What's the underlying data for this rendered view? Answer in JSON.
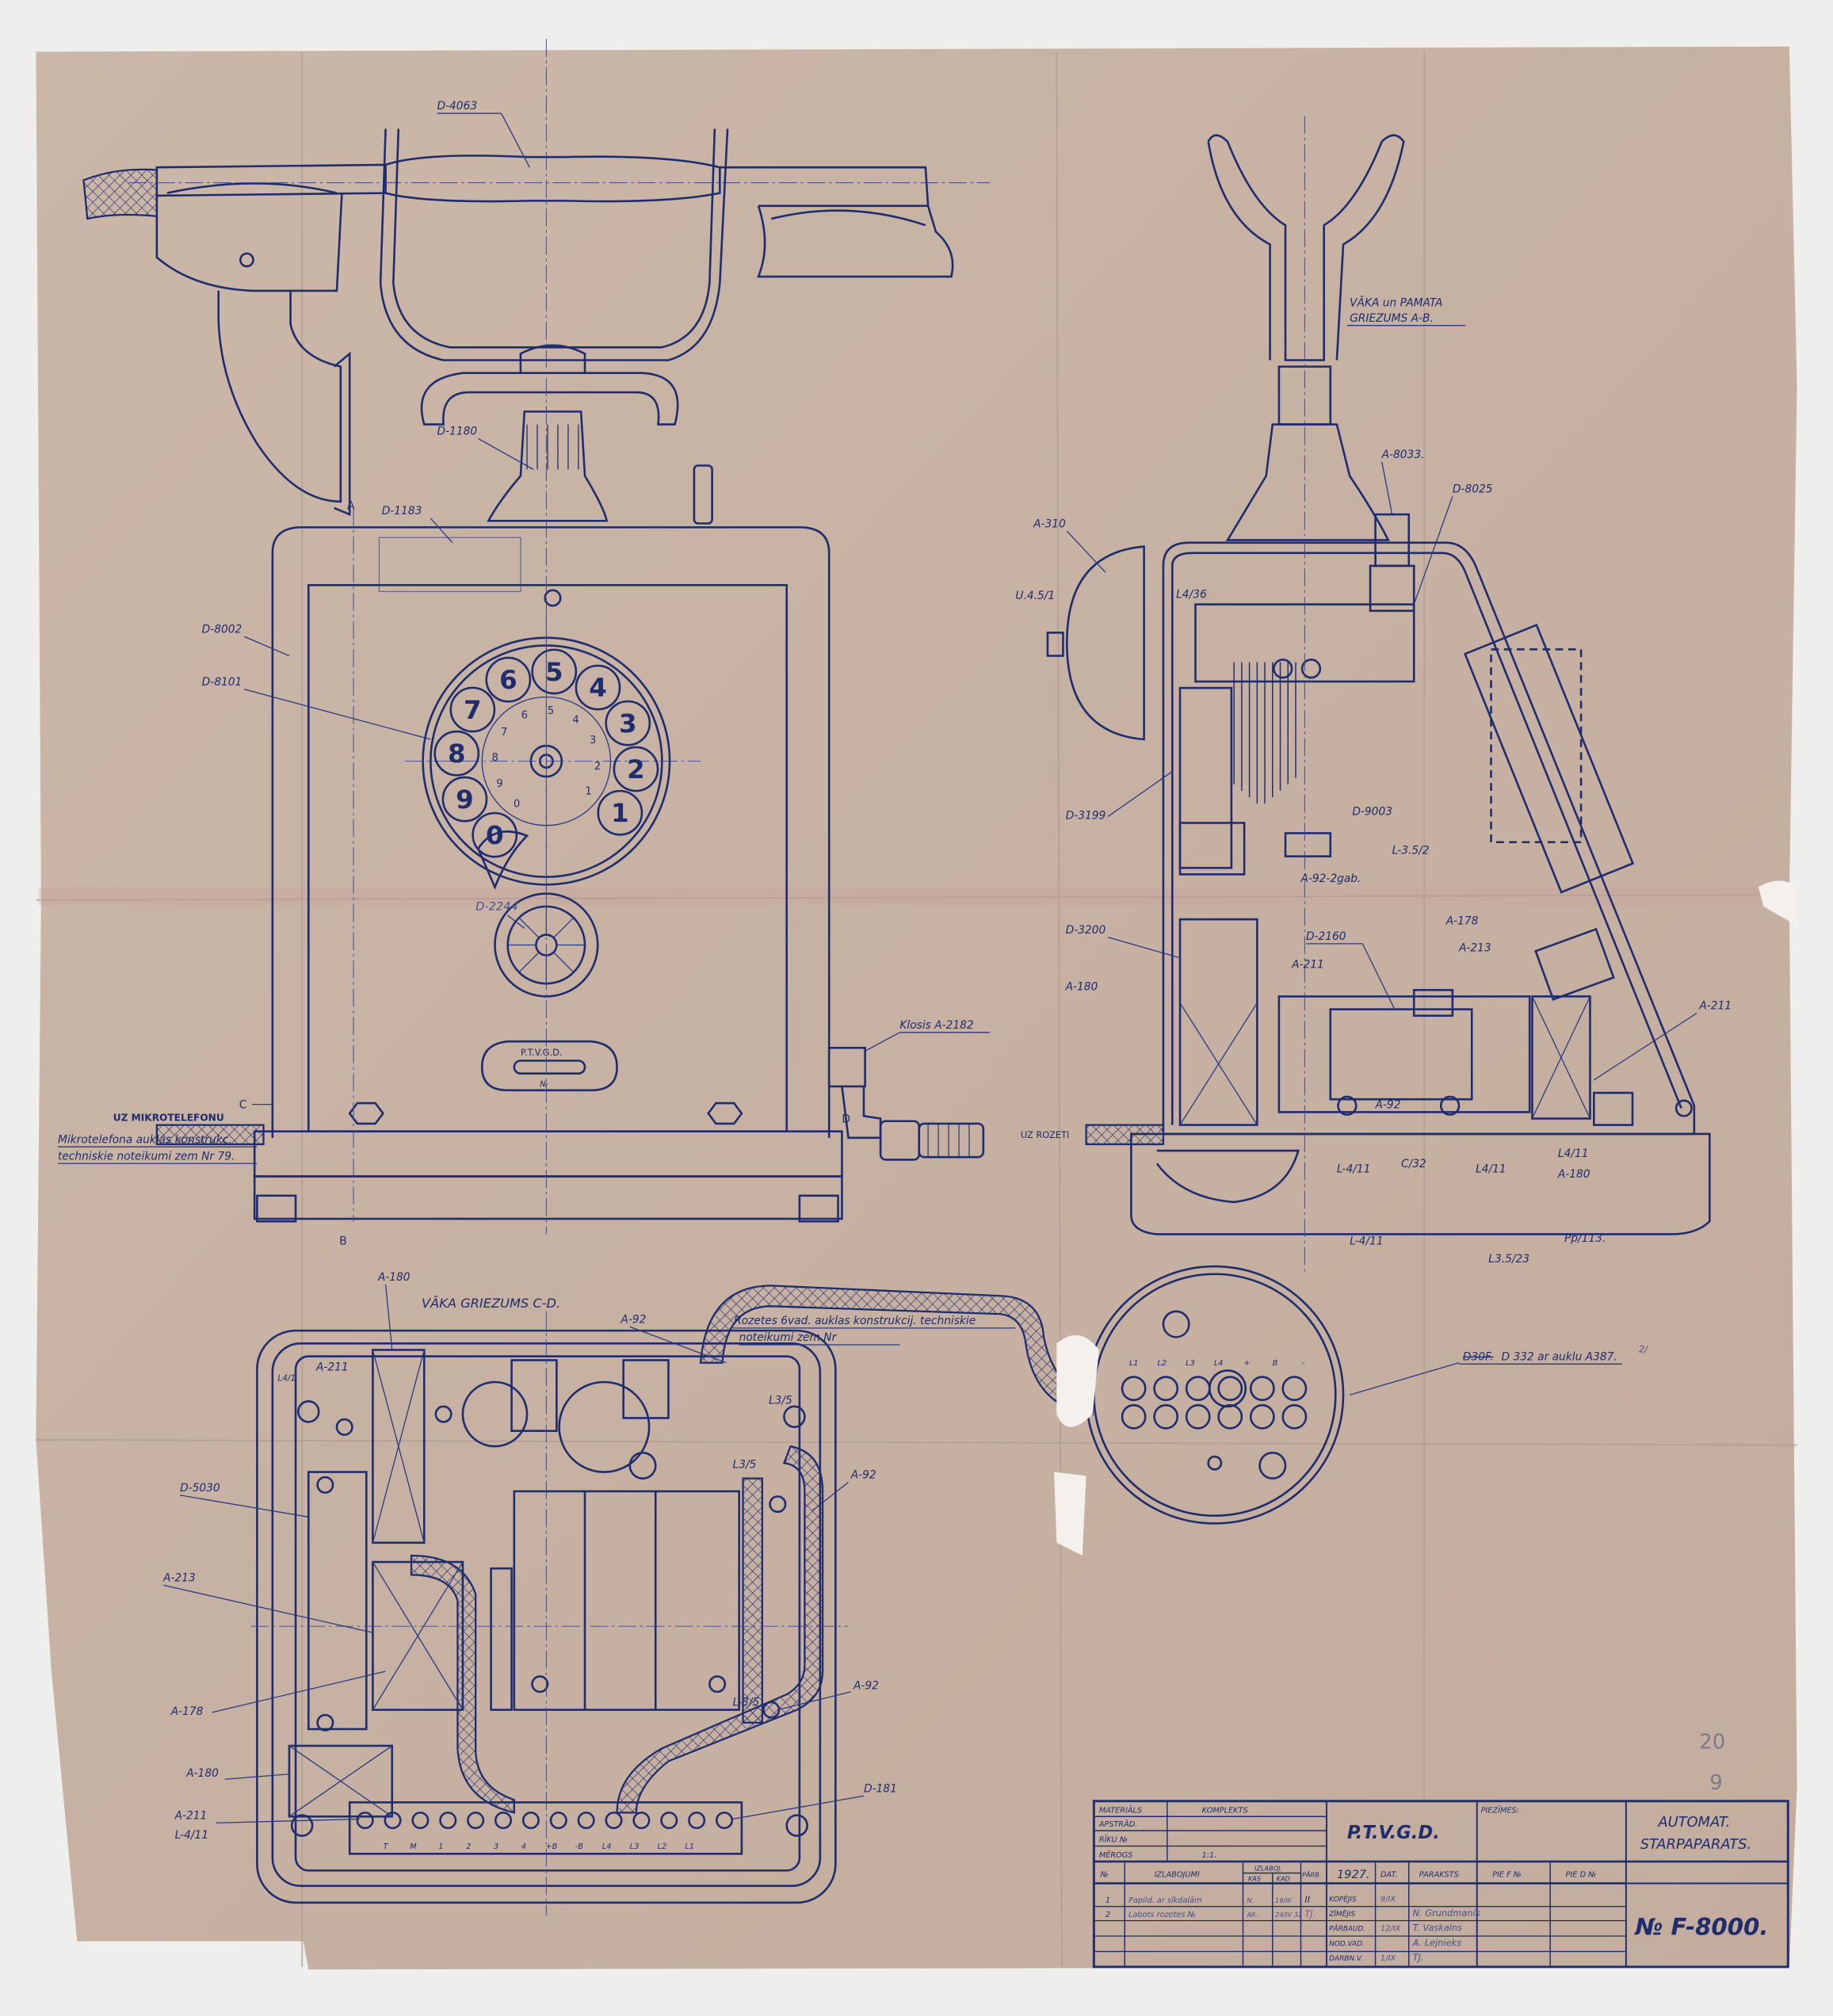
{
  "drawing": {
    "front_view": {
      "labels": {
        "handset": "D-4063",
        "cradle_post": "D-1180",
        "top_cover": "D-1183",
        "housing": "D-8002",
        "dial": "D-8101",
        "bell_grille": "D-2244",
        "crank": "Klosis A-2182",
        "cord_to_handset": "UZ MIKROTELEFONU",
        "cord_note_1": "Mikrotelefona auklas konstrukc.",
        "cord_note_2": "techniskie noteikumi zem Nr 79.",
        "section_a": "A",
        "section_b": "B",
        "section_c": "C",
        "section_d": "D"
      },
      "nameplate": {
        "text": "P.T.V.G.D.",
        "number_label": "№"
      },
      "dial_digits": [
        "1",
        "2",
        "3",
        "4",
        "5",
        "6",
        "7",
        "8",
        "9",
        "0"
      ]
    },
    "side_view": {
      "title_1": "VĀKA un PAMATA",
      "title_2": "GRIEZUMS A-B.",
      "labels": {
        "a8033": "A-8033.",
        "d8025": "D-8025",
        "a310": "A-310",
        "u45": "U.4.5/1",
        "l436": "L4/36",
        "d3199": "D-3199",
        "d9003": "D-9003",
        "l352": "L-3.5/2",
        "a92_2": "A-92-2gab.",
        "d3200": "D-3200",
        "d2160": "D-2160",
        "a178": "A-178",
        "a211_l": "A-211",
        "a213": "A-213",
        "a180_l": "A-180",
        "a211_r": "A-211",
        "a92": "A-92",
        "to_socket": "UZ ROZETI",
        "l411_a": "L-4/11",
        "c32": "C/32",
        "l411_b": "L4/11",
        "l411_c": "L4/11",
        "a180_r": "A-180",
        "l411_d": "L-4/11",
        "pp113": "Pp/113.",
        "l3523": "L3.5/23"
      }
    },
    "bottom_view": {
      "title": "VĀKA GRIEZUMS C-D.",
      "labels": {
        "a180_top": "A-180",
        "a92_top": "A-92",
        "a211_top": "A-211",
        "l41": "L4/1",
        "l35_a": "L3/5",
        "l35_b": "L3/5",
        "a92_right": "A-92",
        "d5030": "D-5030",
        "a213": "A-213",
        "a178": "A-178",
        "a92_low": "A-92",
        "l35_c": "L-3/5",
        "a180_low": "A-180",
        "a211_low": "A-211",
        "l411": "L-4/11",
        "d181": "D-181",
        "cord_note_1": "Rozetes 6vad. auklas konstrukcij. techniskie",
        "cord_note_2": "noteikumi zem Nr"
      },
      "terminal_marks": [
        "T",
        "M",
        "1",
        "2",
        "3",
        "4",
        "+B",
        "-B",
        "L4",
        "L3",
        "L2",
        "L1"
      ]
    },
    "socket_view": {
      "terminals": [
        "L1",
        "L2",
        "L3",
        "L4",
        "+",
        "B",
        "-"
      ],
      "struck_label": "D30F.",
      "label": "D 332 ar auklu A387.",
      "note": "2/"
    },
    "pencil_marks": [
      "20",
      "9"
    ],
    "title_block": {
      "left_rows": [
        {
          "label": "MATERIĀLS",
          "value": "KOMPLEKTS"
        },
        {
          "label": "APSTRĀD.",
          "value": ""
        },
        {
          "label": "RĪKU №",
          "value": ""
        },
        {
          "label": "MĒROGS",
          "value": "1:1."
        }
      ],
      "organization": "P.T.V.G.D.",
      "notes_label": "PIEZĪMES:",
      "title_1": "AUTOMAT.",
      "title_2": "STARPAPARATS.",
      "drawing_number": "№ F-8000.",
      "headers": {
        "no": "№",
        "corrections": "IZLABOJUMI",
        "corrected": "IZLABOJ.",
        "who": "KAS",
        "when": "KAD",
        "checked": "PĀRB.",
        "year": "1927.",
        "date": "DAT.",
        "signature": "PARAKSTS",
        "to_f": "PIE F №",
        "to_d": "PIE D №"
      },
      "corrections": [
        {
          "no": "1",
          "text": "Papild. ar sīkdaļām",
          "who": "N.",
          "when": "19/III",
          "checked": "II"
        },
        {
          "no": "2",
          "text": "Labots rozetes №",
          "who": "AR.",
          "when": "24/IV 32",
          "checked": "TJ."
        }
      ],
      "roles": [
        {
          "role": "KOPĒJIS",
          "date": "9/IX",
          "signature": ""
        },
        {
          "role": "ZĪMĒJIS",
          "date": "",
          "signature": "N. Grundmanis"
        },
        {
          "role": "PĀRBAUD.",
          "date": "12/IX",
          "signature": "T. Vaskalns"
        },
        {
          "role": "NOD.VAD.",
          "date": "",
          "signature": "A. Lejnieks"
        },
        {
          "role": "DARBN.V.",
          "date": "1/IX",
          "signature": "TJ."
        }
      ]
    },
    "colors": {
      "paper": "#c9b5a5",
      "ink": "#1f2c6e",
      "background": "#eeeeec"
    }
  }
}
